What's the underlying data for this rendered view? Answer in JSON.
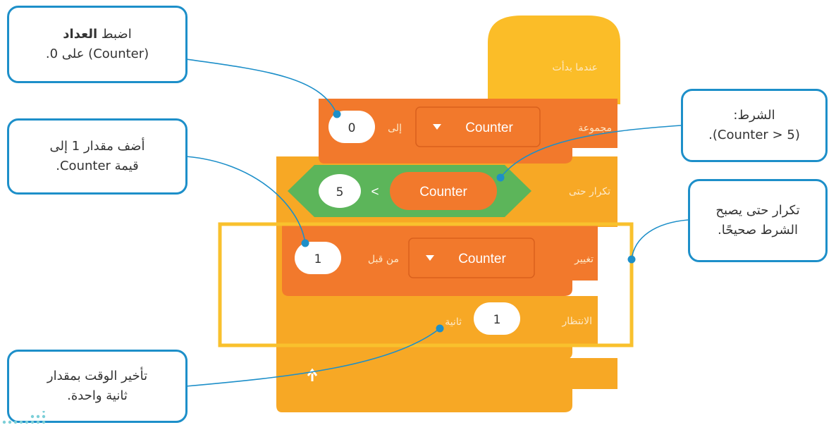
{
  "blocks": {
    "hat": "عندما بدأت",
    "set": {
      "label": "مجموعة",
      "to": "إلى",
      "variable": "Counter",
      "value": "0"
    },
    "repeat_until": {
      "label": "تكرار حتى",
      "left": "5",
      "op": "<",
      "right": "Counter"
    },
    "change": {
      "label": "تغيير",
      "by": "من قبل",
      "variable": "Counter",
      "value": "1"
    },
    "wait": {
      "label": "الانتظار",
      "value": "1",
      "unit": "ثانية"
    }
  },
  "callouts": {
    "set_counter": {
      "line1_a": "اضبط ",
      "line1_b": "العداد",
      "line2": "(Counter) على 0."
    },
    "add_one": {
      "line1": "أضف مقدار 1 إلى",
      "line2": "قيمة Counter."
    },
    "condition": {
      "line1": "الشرط:",
      "line2": "(Counter > 5)."
    },
    "repeat_until": {
      "line1": "تكرار حتى يصبح",
      "line2": "الشرط صحيحًا."
    },
    "delay": {
      "line1": "تأخير الوقت بمقدار",
      "line2": "ثانية واحدة."
    }
  },
  "colors": {
    "events": "#fbbd28",
    "control": "#f7a825",
    "variables": "#f2792c",
    "operators": "#5cb55a",
    "callout_border": "#1d8fc9",
    "highlight": "#f9c12d"
  }
}
